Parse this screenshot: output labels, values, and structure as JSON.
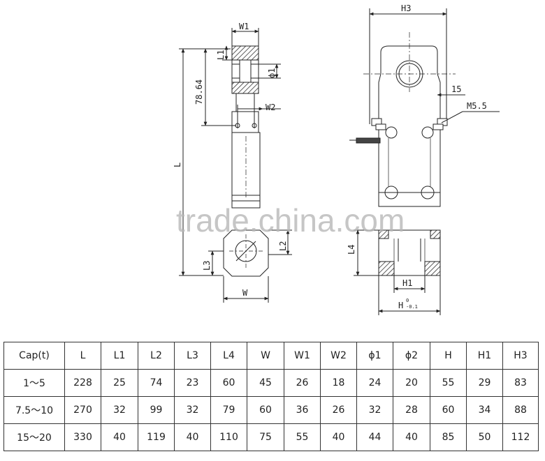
{
  "drawing": {
    "dims": {
      "w1": "W1",
      "l1": "L1",
      "phi1": "ϕ1",
      "d7864": "78.64",
      "w2": "W2",
      "l": "L",
      "l2": "L2",
      "l3": "L3",
      "w": "W",
      "h3": "H3",
      "d15": "15",
      "m55": "M5.5",
      "l4": "L4",
      "h1": "H1",
      "h": "H",
      "h_sup": "0",
      "h_sub": "-0.1"
    },
    "watermark": "trade.china.com"
  },
  "table": {
    "headers": [
      "Cap(t)",
      "L",
      "L1",
      "L2",
      "L3",
      "L4",
      "W",
      "W1",
      "W2",
      "ϕ1",
      "ϕ2",
      "H",
      "H1",
      "H3"
    ],
    "rows": [
      [
        "1～5",
        "228",
        "25",
        "74",
        "23",
        "60",
        "45",
        "26",
        "18",
        "24",
        "20",
        "55",
        "29",
        "83"
      ],
      [
        "7.5～10",
        "270",
        "32",
        "99",
        "32",
        "79",
        "60",
        "36",
        "26",
        "32",
        "28",
        "60",
        "34",
        "88"
      ],
      [
        "15～20",
        "330",
        "40",
        "119",
        "40",
        "110",
        "75",
        "55",
        "40",
        "44",
        "40",
        "85",
        "50",
        "112"
      ]
    ]
  }
}
